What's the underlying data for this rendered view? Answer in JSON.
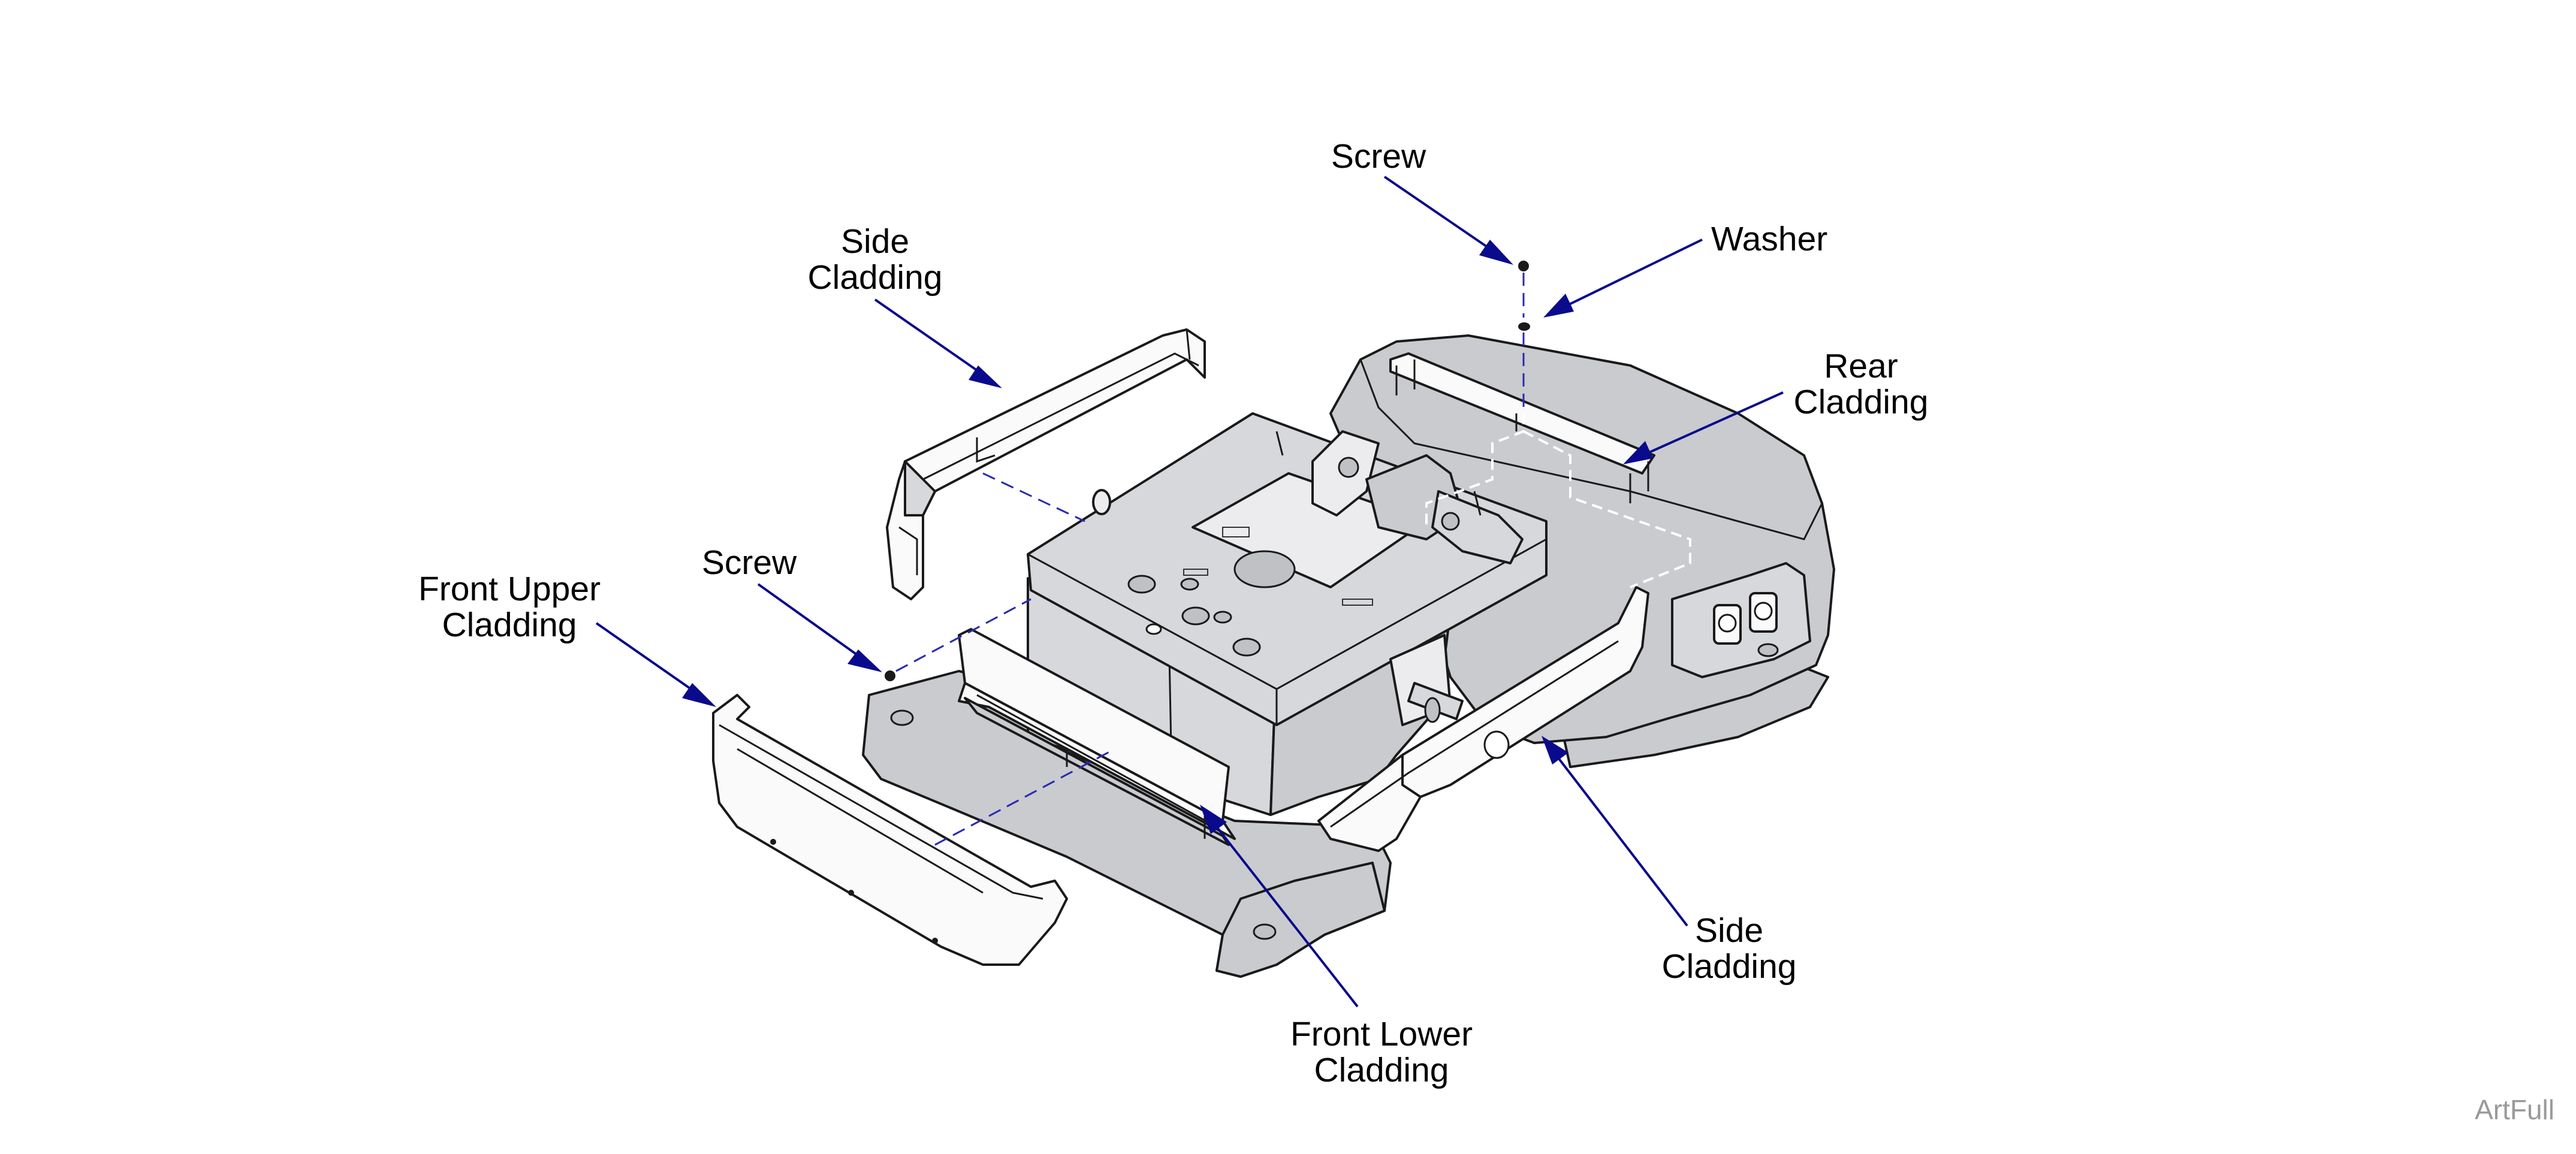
{
  "labels": {
    "screw_top": "Screw",
    "washer": "Washer",
    "side_cladding_left_line1": "Side",
    "side_cladding_left_line2": "Cladding",
    "rear_cladding_line1": "Rear",
    "rear_cladding_line2": "Cladding",
    "screw_left": "Screw",
    "front_upper_line1": "Front Upper",
    "front_upper_line2": "Cladding",
    "side_cladding_right_line1": "Side",
    "side_cladding_right_line2": "Cladding",
    "front_lower_line1": "Front Lower",
    "front_lower_line2": "Cladding"
  },
  "watermark": "ArtFull",
  "colors": {
    "leader": "#0a0a8c",
    "part_fill": "#d6d8db",
    "outline": "#1a1a1a"
  }
}
